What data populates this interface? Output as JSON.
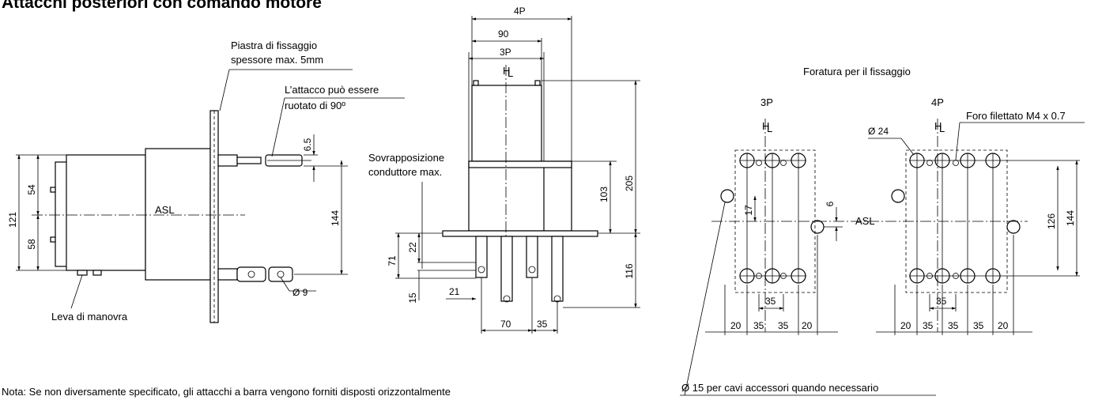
{
  "title": "Attacchi posteriori con comando motore",
  "side_view": {
    "fixing_plate_line1": "Piastra di fissaggio",
    "fixing_plate_line2": "spessore max. 5mm",
    "rotate_line1": "L’attacco può essere",
    "rotate_line2": "ruotato di 90º",
    "asl": "ASL",
    "lever": "Leva di manovra",
    "dims": {
      "d121": "121",
      "d54": "54",
      "d58": "58",
      "d6_5": "6.5",
      "d144": "144",
      "d9": "Ø 9"
    }
  },
  "front_view": {
    "overlap_line1": "Sovrapposizione",
    "overlap_line2": "conduttore max.",
    "dims": {
      "d4p": "4P",
      "d90": "90",
      "d3p": "3P",
      "d205": "205",
      "d103": "103",
      "d116": "116",
      "d71": "71",
      "d22": "22",
      "d15": "15",
      "d21": "21",
      "d70": "70",
      "d35": "35"
    }
  },
  "drilling": {
    "title": "Foratura per il fissaggio",
    "label_3p": "3P",
    "label_4p": "4P",
    "thread_hole": "Foro filettato M4 x 0.7",
    "d24": "Ø 24",
    "asl": "ASL",
    "cable_hole": "Ø 15 per cavi accessori quando necessario",
    "dims": {
      "d17": "17",
      "d6": "6",
      "d126": "126",
      "d144": "144",
      "d35a": "35",
      "d35b": "35",
      "d20": "20",
      "d35": "35"
    }
  },
  "note": "Nota: Se non diversamente specificato, gli attacchi a barra vengono forniti disposti orizzontalmente"
}
